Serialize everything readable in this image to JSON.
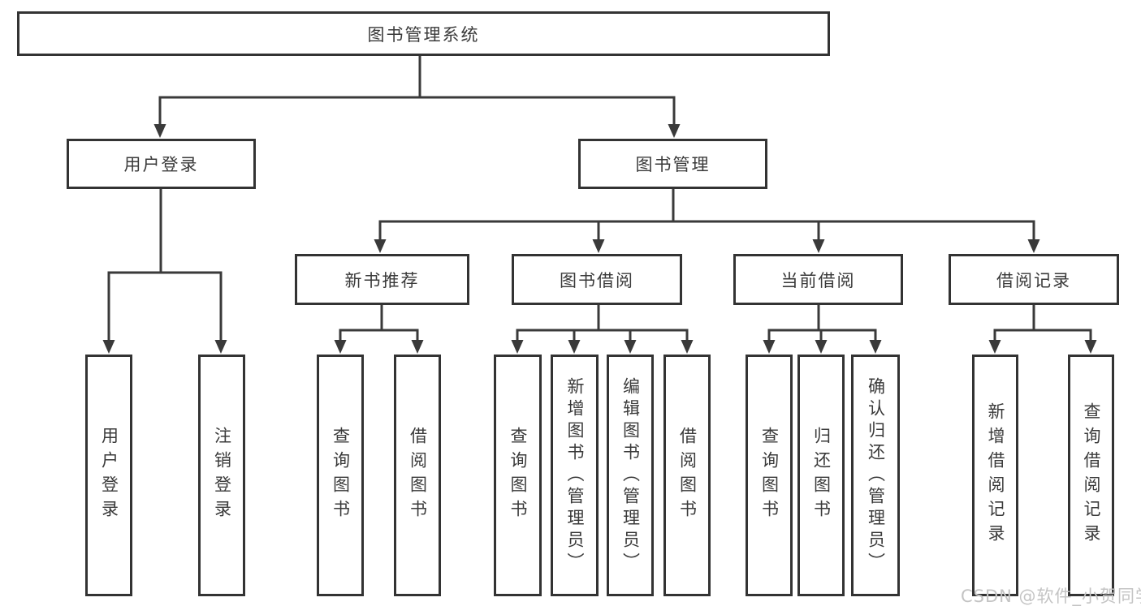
{
  "diagram": {
    "root": {
      "label": "图书管理系统"
    },
    "level2": [
      {
        "label": "用户登录"
      },
      {
        "label": "图书管理"
      }
    ],
    "level3": [
      {
        "label": "新书推荐"
      },
      {
        "label": "图书借阅"
      },
      {
        "label": "当前借阅"
      },
      {
        "label": "借阅记录"
      }
    ],
    "level4": [
      {
        "label": "用户登录"
      },
      {
        "label": "注销登录"
      },
      {
        "label": "查询图书"
      },
      {
        "label": "借阅图书"
      },
      {
        "label": "查询图书"
      },
      {
        "label": "新增图书（管理员）"
      },
      {
        "label": "编辑图书（管理员）"
      },
      {
        "label": "借阅图书"
      },
      {
        "label": "查询图书"
      },
      {
        "label": "归还图书"
      },
      {
        "label": "确认归还（管理员）"
      },
      {
        "label": "新增借阅记录"
      },
      {
        "label": "查询借阅记录"
      }
    ]
  },
  "watermark": {
    "text": "CSDN @软件_小贺同学"
  },
  "colors": {
    "background": "#ffffff",
    "line": "#3a3a3a",
    "box_border": "#333333",
    "box_fill": "#ffffff",
    "text": "#3a3a3a",
    "watermark": "#c4c4c4"
  }
}
